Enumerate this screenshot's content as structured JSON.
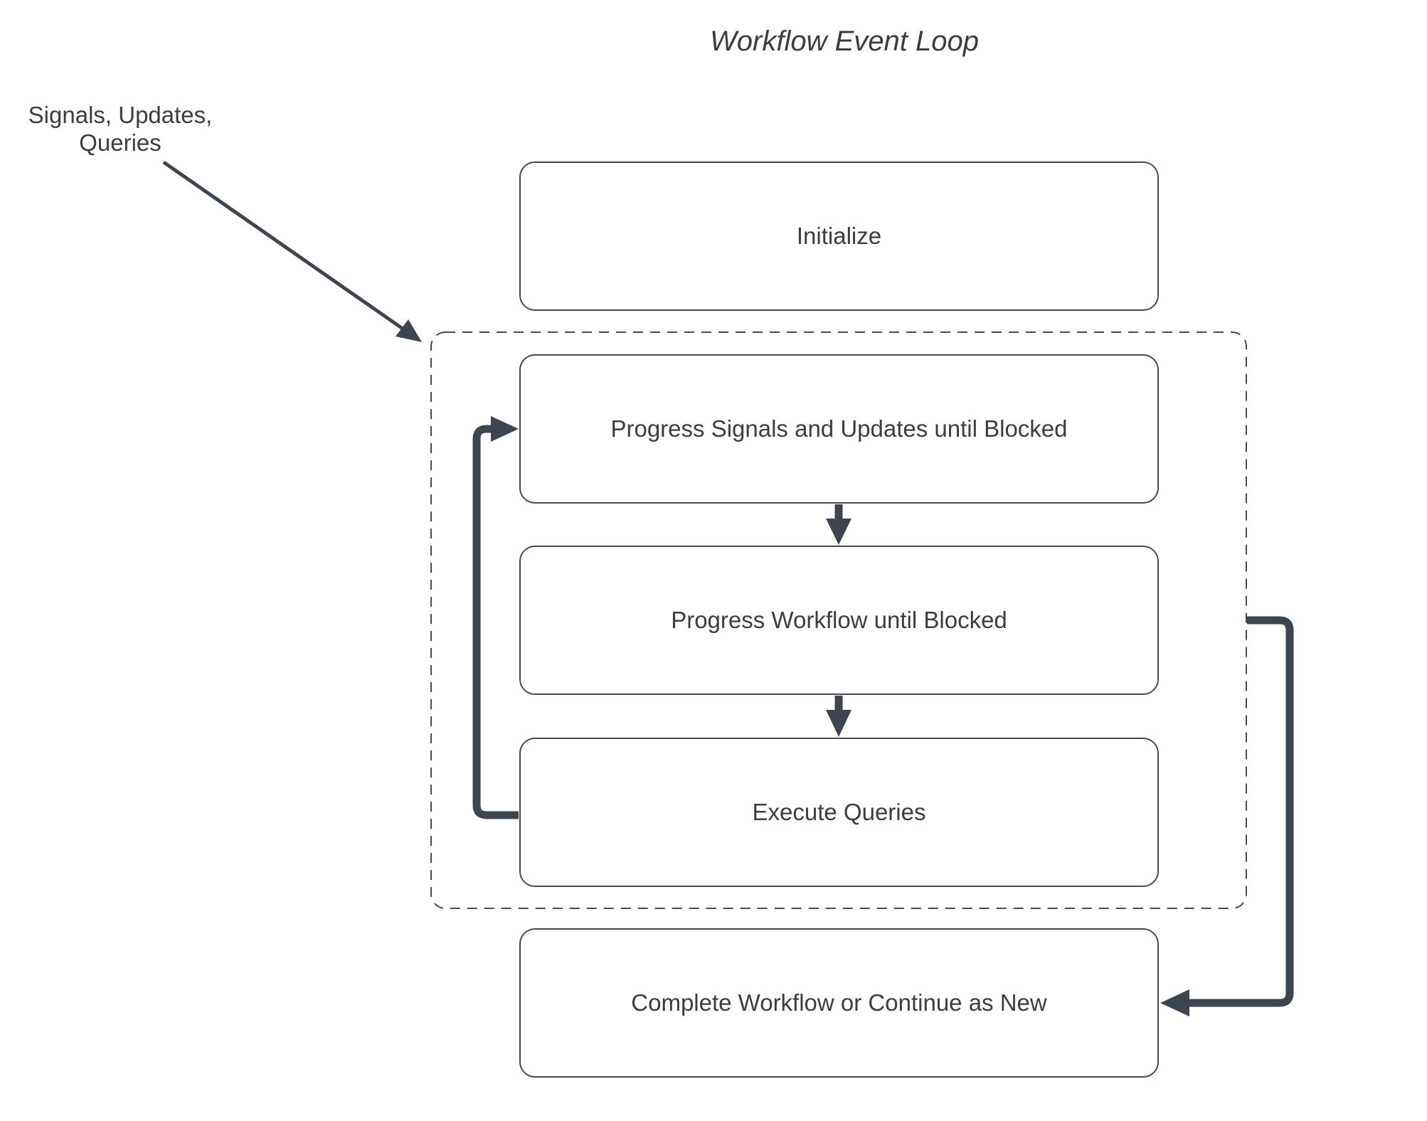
{
  "diagram": {
    "title": "Workflow Event Loop",
    "external_label": {
      "line1": "Signals, Updates,",
      "line2": "Queries"
    },
    "nodes": [
      {
        "id": "initialize",
        "label": "Initialize"
      },
      {
        "id": "progress-signals",
        "label": "Progress Signals and Updates until Blocked"
      },
      {
        "id": "progress-workflow",
        "label": "Progress Workflow until Blocked"
      },
      {
        "id": "execute-queries",
        "label": "Execute Queries"
      },
      {
        "id": "complete",
        "label": "Complete Workflow or Continue as New"
      }
    ],
    "colors": {
      "arrow": "#3d4551",
      "node_border": "#4a4a4a",
      "dashed_border": "#4a4a4a",
      "text": "#3d3d3d",
      "background": "#ffffff"
    }
  }
}
